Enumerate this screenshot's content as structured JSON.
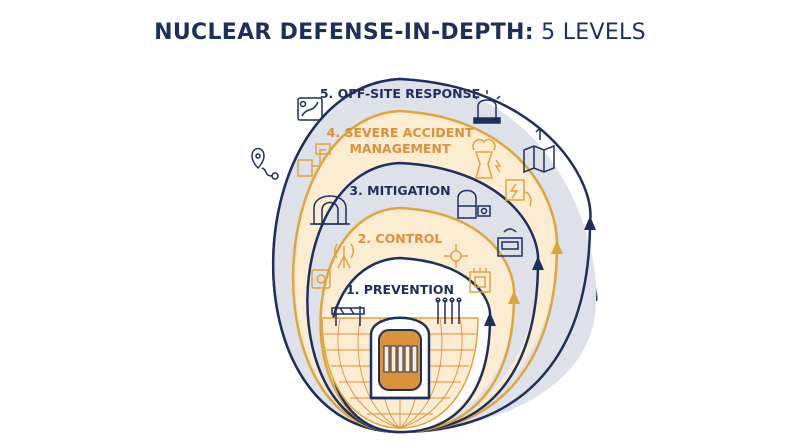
{
  "title": {
    "bold": "NUCLEAR DEFENSE-IN-DEPTH:",
    "rest": "5 LEVELS"
  },
  "levels": [
    {
      "label": "1. PREVENTION"
    },
    {
      "label": "2. CONTROL"
    },
    {
      "label": "3. MITIGATION"
    },
    {
      "label_line1": "4. SEVERE ACCIDENT",
      "label_line2": "MANAGEMENT"
    },
    {
      "label": "5. OFF-SITE RESPONSE"
    }
  ],
  "colors": {
    "navy": "#1f2f5c",
    "gold": "#e0a53a",
    "outer_fill": "#dfe1ea",
    "gold_fill": "#fbecd2",
    "inner_fill": "#ffffff",
    "core_fill": "#d9913a"
  },
  "icons": [
    "location-pin-icon",
    "route-map-icon",
    "siren-icon",
    "map-icon",
    "diesel-generator-icon",
    "cooling-tower-icon",
    "power-box-icon",
    "containment-dome-icon",
    "reactor-building-icon",
    "control-panel-icon",
    "antenna-icon",
    "sensor-icon",
    "valve-icon",
    "chip-icon",
    "barrier-icon",
    "control-rods-icon",
    "reactor-core-icon"
  ]
}
